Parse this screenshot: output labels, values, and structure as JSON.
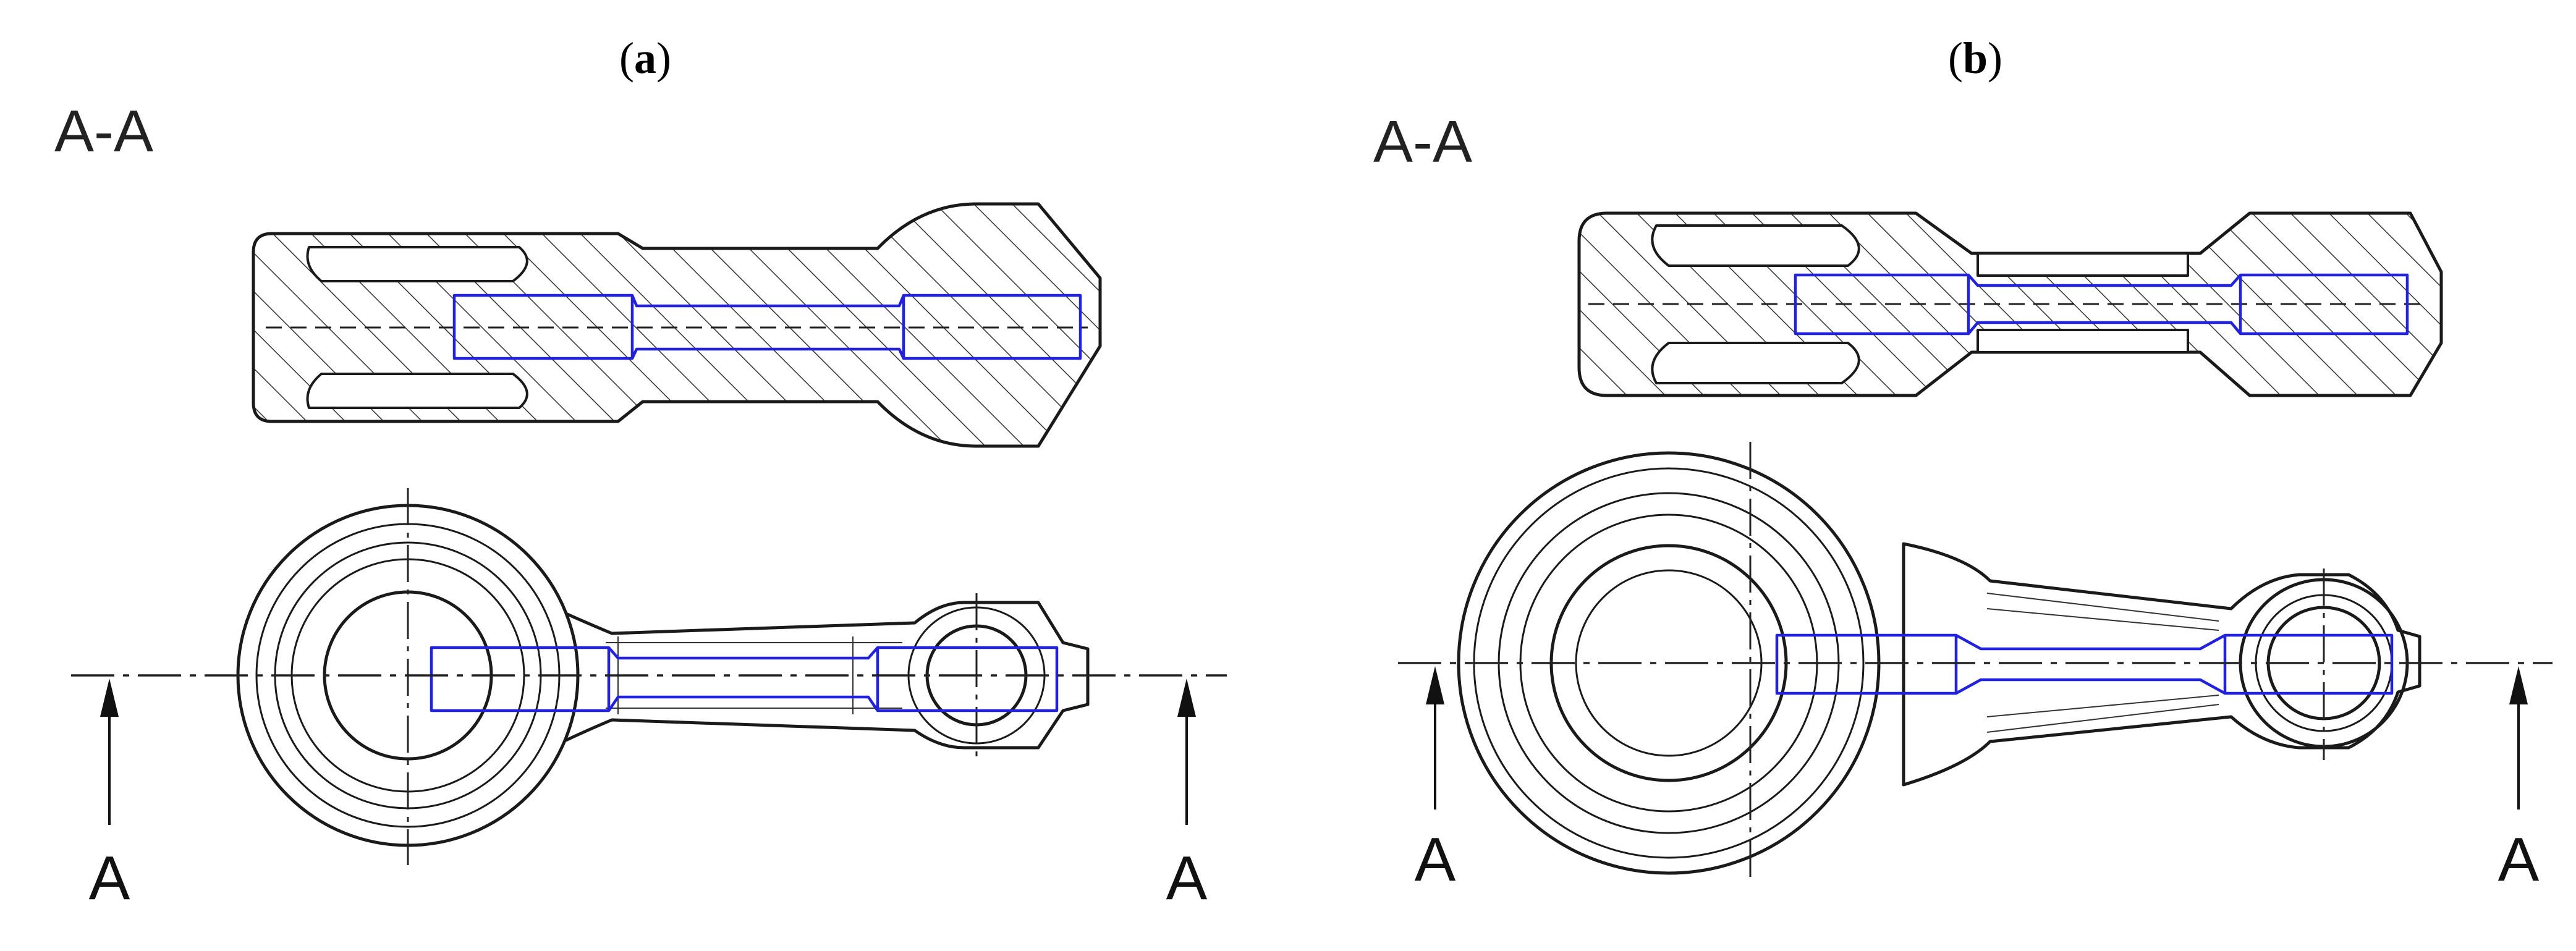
{
  "figure": {
    "panels": [
      {
        "id": "a",
        "label_open": "(",
        "label_letter": "a",
        "label_close": ")",
        "section_title": "A-A",
        "cut_left": "A",
        "cut_right": "A"
      },
      {
        "id": "b",
        "label_open": "(",
        "label_letter": "b",
        "label_close": ")",
        "section_title": "A-A",
        "cut_left": "A",
        "cut_right": "A"
      }
    ],
    "colors": {
      "outline": "#1a1a1a",
      "highlight": "#2222dd",
      "background": "#ffffff"
    }
  }
}
